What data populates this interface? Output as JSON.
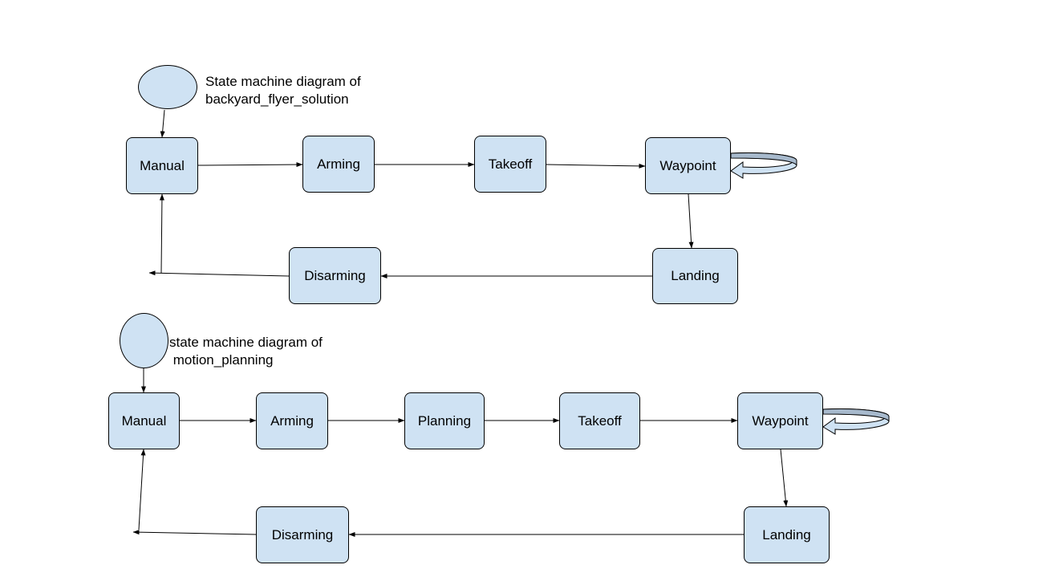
{
  "colors": {
    "node_fill": "#cfe2f3",
    "stroke": "#000000",
    "loop_band": "#a7b9cc",
    "background": "#ffffff"
  },
  "diagrams": [
    {
      "caption": [
        "State machine diagram of",
        "backyard_flyer_solution"
      ],
      "states": [
        "Manual",
        "Arming",
        "Takeoff",
        "Waypoint",
        "Landing",
        "Disarming"
      ]
    },
    {
      "caption": [
        "state machine diagram of",
        " motion_planning"
      ],
      "states": [
        "Manual",
        "Arming",
        "Planning",
        "Takeoff",
        "Waypoint",
        "Landing",
        "Disarming"
      ]
    }
  ]
}
